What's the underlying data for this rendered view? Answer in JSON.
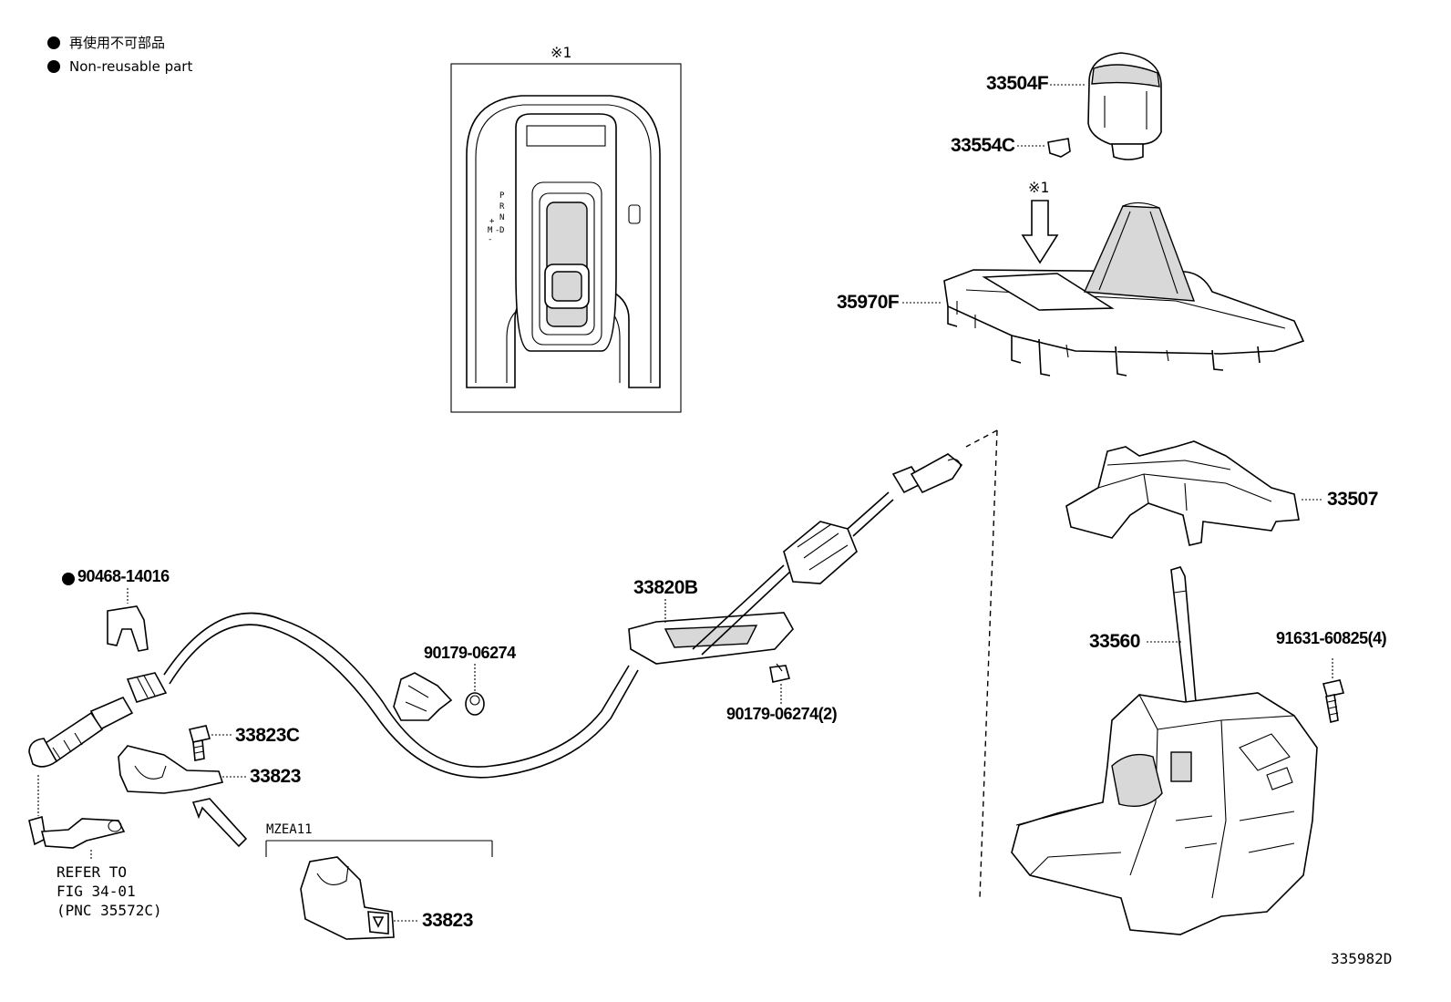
{
  "legend": {
    "items": [
      {
        "icon": "filled-circle-icon",
        "text": "再使用不可部品"
      },
      {
        "icon": "filled-circle-icon",
        "text": "Non-reusable part"
      }
    ]
  },
  "inset": {
    "marker": "※1",
    "gear_letters": {
      "p": "P",
      "r": "R",
      "n": "N",
      "d": "D",
      "m": "M",
      "plus": "+",
      "minus": "-"
    }
  },
  "parts": {
    "p33504F": "33504F",
    "p33554C": "33554C",
    "p35970F": "35970F",
    "p33507": "33507",
    "p33560": "33560",
    "p91631": "91631-60825(4)",
    "p33820B": "33820B",
    "p90179a": "90179-06274",
    "p90179b": "90179-06274(2)",
    "p90468": "90468-14016",
    "p33823C": "33823C",
    "p33823a": "33823",
    "p33823b": "33823"
  },
  "arrow_marker": "※1",
  "variant_label": "MZEA11",
  "refer": {
    "line1": "REFER TO",
    "line2": "FIG 34-01",
    "line3": "(PNC 35572C)"
  },
  "figure_code": "335982D"
}
